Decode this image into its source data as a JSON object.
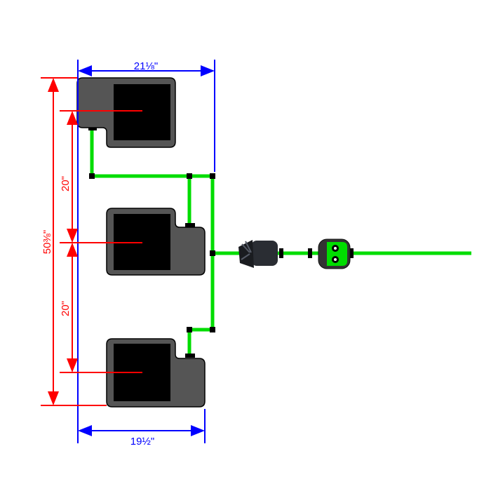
{
  "dimensions": {
    "top_width": "21⅛\"",
    "bottom_width": "19½\"",
    "total_height": "50⅜\"",
    "spacing_upper": "20\"",
    "spacing_lower": "20\""
  },
  "colors": {
    "tube": "#00dd00",
    "dim_blue": "#0000ff",
    "dim_red": "#ff0000",
    "pot": "#555555",
    "pot_inner": "#000000"
  }
}
